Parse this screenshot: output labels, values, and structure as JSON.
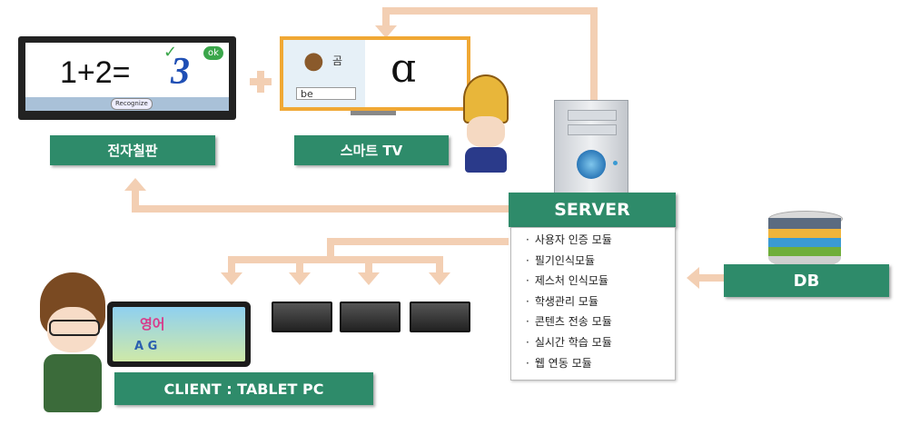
{
  "labels": {
    "blackboard": "전자칠판",
    "smart_tv": "스마트 TV",
    "server": "SERVER",
    "db": "DB",
    "client": "CLIENT : TABLET PC"
  },
  "blackboard_screen": {
    "equation": "1+2=",
    "answer": "3",
    "badge": "ok",
    "button": "Recognize"
  },
  "tv_screen": {
    "syllable": "곰",
    "word": "be"
  },
  "tablet_screen": {
    "title": "영어",
    "letters": "A G"
  },
  "server_modules": [
    "사용자 인증 모듈",
    "필기인식모듈",
    "제스처 인식모듈",
    "학생관리 모듈",
    "콘텐츠 전송 모듈",
    "실시간 학습 모듈",
    "웹 연동 모듈"
  ],
  "colors": {
    "label_green": "#2e8b6a",
    "arrow": "#f3cfb3",
    "server_body": "#e3e6ea",
    "server_accent": "#3a9ad3"
  }
}
